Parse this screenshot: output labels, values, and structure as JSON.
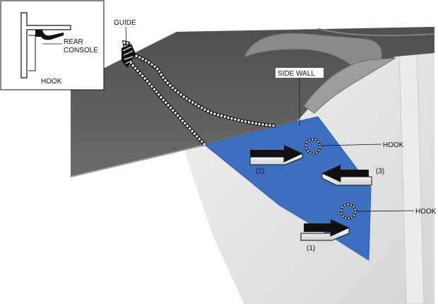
{
  "inset": {
    "title": "HOOK",
    "part_label_line1": "REAR",
    "part_label_line2": "CONSOLE"
  },
  "callouts": {
    "guide": "GUIDE",
    "side_wall": "SIDE WALL",
    "hook_upper": "HOOK",
    "hook_lower": "HOOK"
  },
  "steps": {
    "step1": "(1)",
    "step2": "(2)",
    "step3": "(3)"
  },
  "colors": {
    "panel_blue": "#3d6fc0",
    "body_dark": "#595959",
    "body_mid": "#7a7a7a",
    "body_light": "#e6e6e6",
    "outline": "#111111"
  }
}
